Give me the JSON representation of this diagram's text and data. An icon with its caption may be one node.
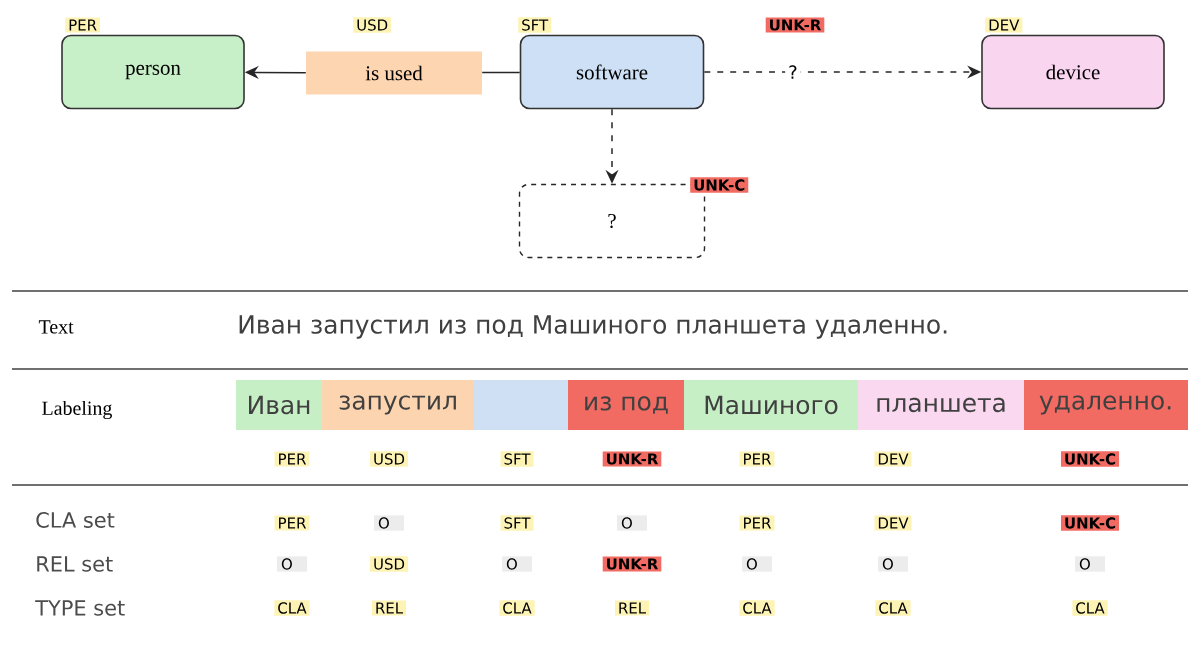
{
  "diagram": {
    "nodes": [
      {
        "text": [
          "person"
        ],
        "beside": [
          "PER"
        ]
      },
      {
        "text": [
          "is used"
        ],
        "beside": [
          "USD"
        ]
      },
      {
        "text": [
          "software"
        ],
        "beside": [
          "SFT"
        ]
      },
      {
        "text": [
          "device"
        ],
        "beside": [
          "DEV"
        ]
      },
      {
        "text": [
          "?"
        ],
        "beside": [
          "UNK-C"
        ]
      },
      {
        "text": [
          "Иван"
        ]
      },
      {
        "text": [
          "запустил"
        ]
      },
      {
        "text": [],
        "shape": "box"
      },
      {
        "text": [
          "из под"
        ]
      },
      {
        "text": [
          "Машиного"
        ]
      },
      {
        "text": [
          "планшета"
        ]
      },
      {
        "text": [
          "удаленно."
        ]
      }
    ],
    "edges": [
      {
        "from": 2,
        "to": 1,
        "arrow": "none"
      },
      {
        "from": 1,
        "to": 0,
        "arrow": "to"
      },
      {
        "from": 2,
        "to": 3,
        "arrow": "to",
        "style": "dashed",
        "label": "?"
      },
      {
        "from": 2,
        "to": 4,
        "arrow": "to",
        "style": "dashed"
      }
    ],
    "labels": [
      "UNK-R",
      "Text",
      "Иван запустил из под Машиного планшета удаленно.",
      "Labeling",
      "PER",
      "USD",
      "SFT",
      "UNK-R",
      "PER",
      "DEV",
      "UNK-C",
      "CLA set",
      "PER",
      "O",
      "SFT",
      "O",
      "PER",
      "DEV",
      "UNK-C",
      "REL set",
      "O",
      "USD",
      "O",
      "UNK-R",
      "O",
      "O",
      "O",
      "TYPE set",
      "CLA",
      "REL",
      "CLA",
      "REL",
      "CLA",
      "CLA",
      "CLA"
    ]
  }
}
